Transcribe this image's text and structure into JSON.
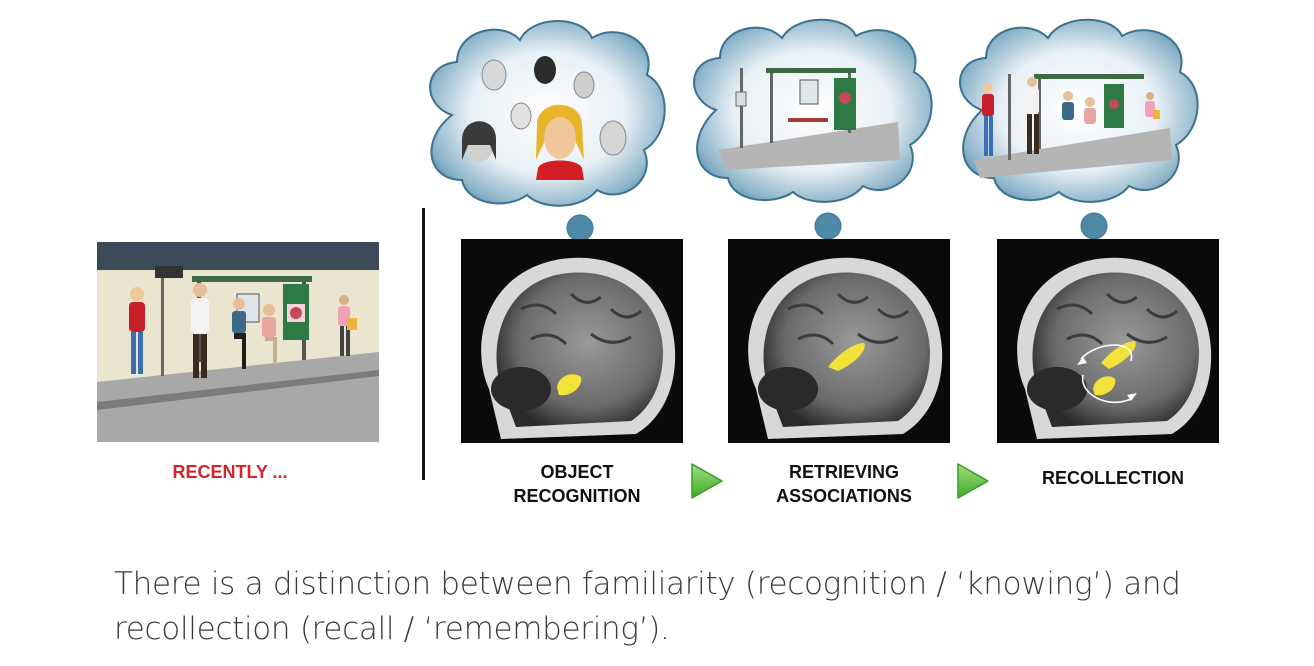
{
  "scene_label": "RECENTLY ...",
  "stages": [
    {
      "line1": "OBJECT",
      "line2": "RECOGNITION"
    },
    {
      "line1": "RETRIEVING",
      "line2": "ASSOCIATIONS"
    },
    {
      "line1": "RECOLLECTION",
      "line2": ""
    }
  ],
  "caption": {
    "line1": "There is a distinction between familiarity (recognition / ‘knowing’) and",
    "line2": "recollection (recall / ‘remembering’)."
  },
  "colors": {
    "scene_label": "#d0262a",
    "arrow": "#5cc23a",
    "highlight": "#f2e23a",
    "cloud": "#4e8aa8"
  }
}
